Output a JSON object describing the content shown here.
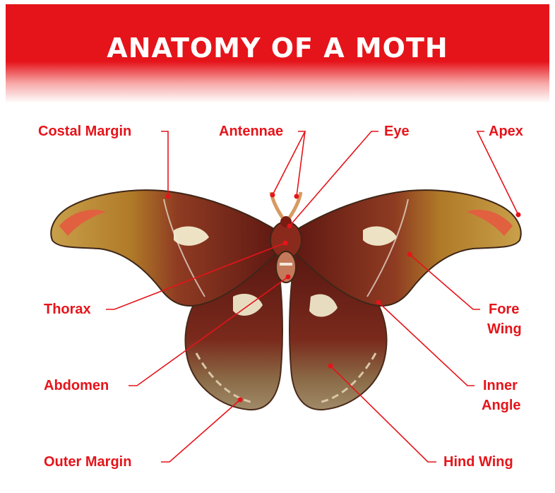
{
  "title": "ANATOMY OF A MOTH",
  "labels": {
    "costal_margin": "Costal Margin",
    "antennae": "Antennae",
    "eye": "Eye",
    "apex": "Apex",
    "thorax": "Thorax",
    "fore_wing_line1": "Fore",
    "fore_wing_line2": "Wing",
    "abdomen": "Abdomen",
    "inner_angle_line1": "Inner",
    "inner_angle_line2": "Angle",
    "outer_margin": "Outer Margin",
    "hind_wing": "Hind Wing"
  },
  "colors": {
    "accent": "#e5141a",
    "wing_maroon": "#6e1a14",
    "wing_gold": "#c08a2a",
    "wing_tan": "#8b6a44"
  }
}
